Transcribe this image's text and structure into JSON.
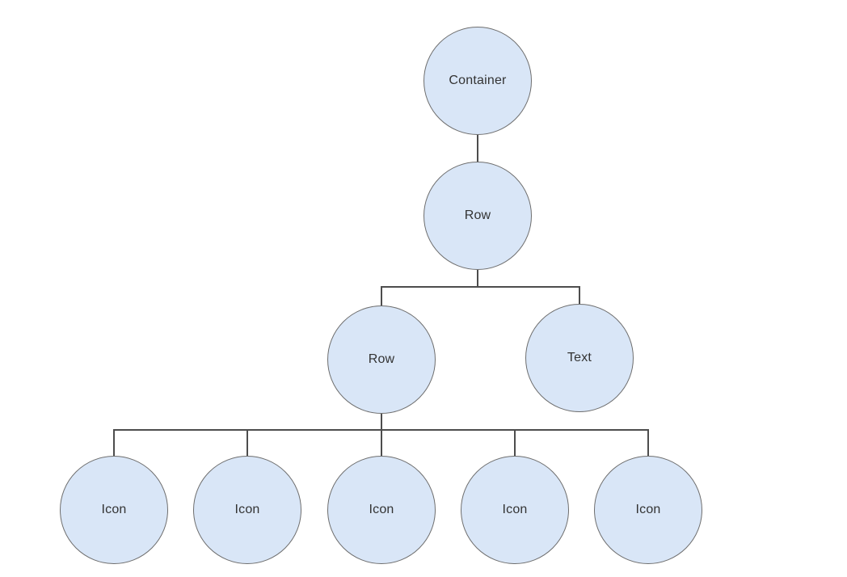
{
  "diagram": {
    "type": "tree",
    "background_color": "#ffffff",
    "node_shape": "circle",
    "node_fill_color": "#d9e6f7",
    "node_stroke_color": "#6e6e6e",
    "edge_color": "#4d4d4d",
    "label_color": "#333333",
    "nodes": [
      {
        "id": "container",
        "label": "Container",
        "level": 1
      },
      {
        "id": "row-l2",
        "label": "Row",
        "level": 2
      },
      {
        "id": "row-l3",
        "label": "Row",
        "level": 3
      },
      {
        "id": "text",
        "label": "Text",
        "level": 3
      },
      {
        "id": "icon-1",
        "label": "Icon",
        "level": 4
      },
      {
        "id": "icon-2",
        "label": "Icon",
        "level": 4
      },
      {
        "id": "icon-3",
        "label": "Icon",
        "level": 4
      },
      {
        "id": "icon-4",
        "label": "Icon",
        "level": 4
      },
      {
        "id": "icon-5",
        "label": "Icon",
        "level": 4
      }
    ],
    "edges": [
      {
        "from": "container",
        "to": "row-l2"
      },
      {
        "from": "row-l2",
        "to": "row-l3"
      },
      {
        "from": "row-l2",
        "to": "text"
      },
      {
        "from": "row-l3",
        "to": "icon-1"
      },
      {
        "from": "row-l3",
        "to": "icon-2"
      },
      {
        "from": "row-l3",
        "to": "icon-3"
      },
      {
        "from": "row-l3",
        "to": "icon-4"
      },
      {
        "from": "row-l3",
        "to": "icon-5"
      }
    ]
  }
}
